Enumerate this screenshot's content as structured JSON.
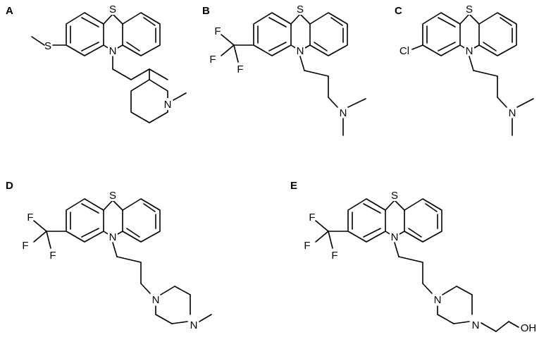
{
  "structures": [
    {
      "label": "A",
      "atoms": {
        "S": "S",
        "N": "N",
        "thioether_S": "S",
        "piperidine_N": "N"
      }
    },
    {
      "label": "B",
      "atoms": {
        "S": "S",
        "N": "N",
        "F1": "F",
        "F2": "F",
        "F3": "F",
        "amine_N": "N"
      }
    },
    {
      "label": "C",
      "atoms": {
        "S": "S",
        "N": "N",
        "Cl": "Cl",
        "amine_N": "N"
      }
    },
    {
      "label": "D",
      "atoms": {
        "S": "S",
        "N": "N",
        "F1": "F",
        "F2": "F",
        "F3": "F",
        "pip_N1": "N",
        "pip_N2": "N"
      }
    },
    {
      "label": "E",
      "atoms": {
        "S": "S",
        "N": "N",
        "F1": "F",
        "F2": "F",
        "F3": "F",
        "pip_N1": "N",
        "pip_N2": "N",
        "OH": "OH"
      }
    }
  ]
}
